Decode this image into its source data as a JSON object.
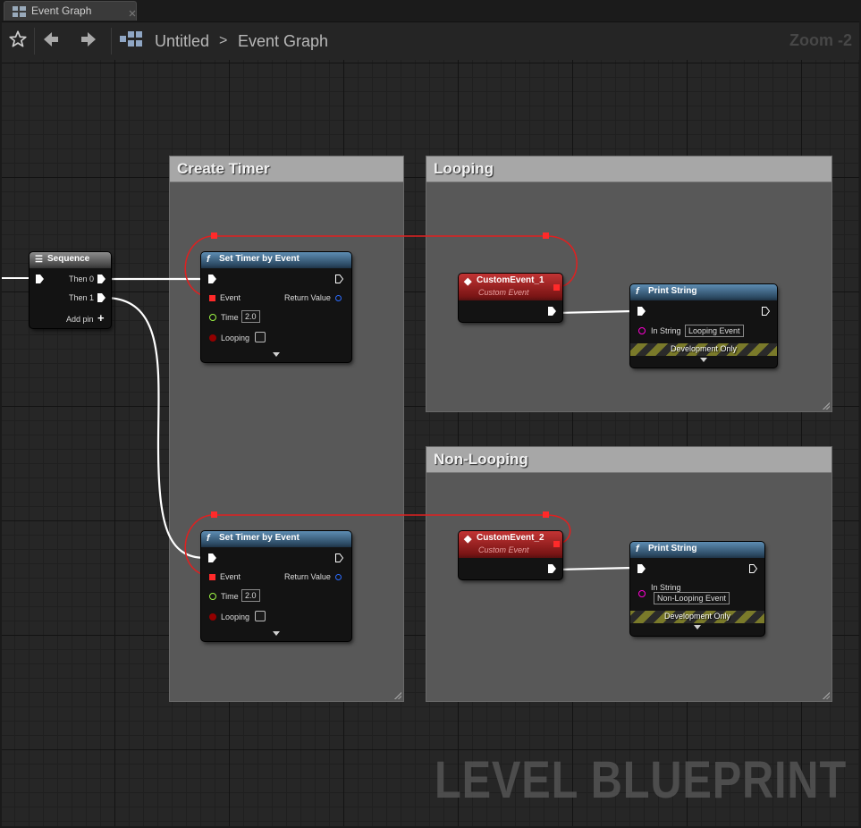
{
  "tab": {
    "label": "Event Graph",
    "icon": "graph-icon"
  },
  "toolbar": {
    "favorite_icon": "star-icon",
    "back_icon": "arrow-left-icon",
    "forward_icon": "arrow-right-icon",
    "breadcrumb_root": "Untitled",
    "breadcrumb_sep": ">",
    "breadcrumb_current": "Event Graph",
    "zoom": "Zoom -2"
  },
  "comments": [
    {
      "title": "Create Timer"
    },
    {
      "title": "Looping"
    },
    {
      "title": "Non-Looping"
    }
  ],
  "nodes": {
    "sequence": {
      "title": "Sequence",
      "then0": "Then 0",
      "then1": "Then 1",
      "add_pin": "Add pin",
      "add_icon": "+"
    },
    "timer1": {
      "title": "Set Timer by Event",
      "event": "Event",
      "return_value": "Return Value",
      "time": "Time",
      "time_value": "2.0",
      "looping": "Looping",
      "looping_checked": false
    },
    "timer2": {
      "title": "Set Timer by Event",
      "event": "Event",
      "return_value": "Return Value",
      "time": "Time",
      "time_value": "2.0",
      "looping": "Looping",
      "looping_checked": false
    },
    "custom1": {
      "title": "CustomEvent_1",
      "subtitle": "Custom Event"
    },
    "custom2": {
      "title": "CustomEvent_2",
      "subtitle": "Custom Event"
    },
    "print1": {
      "title": "Print String",
      "in_string": "In String",
      "value": "Looping Event",
      "dev": "Development Only"
    },
    "print2": {
      "title": "Print String",
      "in_string": "In String",
      "value": "Non-Looping Event",
      "dev": "Development Only"
    }
  },
  "watermark": "LEVEL BLUEPRINT",
  "colors": {
    "exec_wire": "#ffffff",
    "delegate_wire": "#ff3b3b",
    "function_header": "#3d6a8f",
    "event_header": "#9a1f1f",
    "bool_pin": "#930000",
    "float_pin": "#9ef545",
    "string_pin": "#ff00d4",
    "handle_pin": "#2c6cff"
  }
}
